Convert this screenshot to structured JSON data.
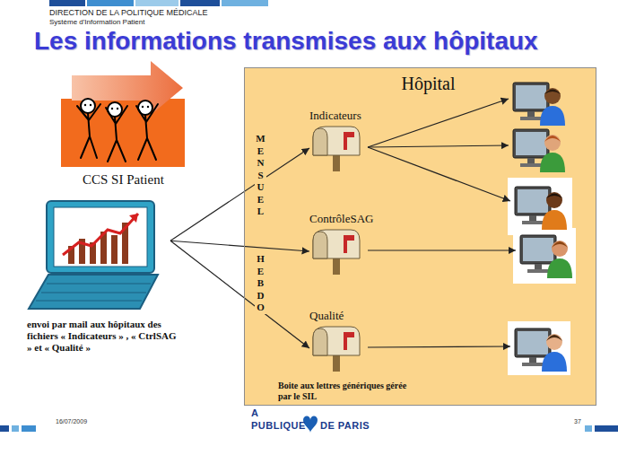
{
  "diagram": {
    "title": "Les informations transmises aux hôpitaux",
    "nodes": [
      {
        "text": [
          "envoi par mail aux hôpitaux des fichiers « Indicateurs » , « CtrlSAG » et « Qualité »"
        ]
      },
      {
        "text": [
          "Hôpital"
        ]
      },
      {
        "text": [
          "Indicateurs"
        ],
        "in": 1
      },
      {
        "text": [
          "ContrôleSAG"
        ],
        "in": 1
      },
      {
        "text": [
          "Qualité"
        ],
        "in": 1
      }
    ],
    "edges": [
      {
        "from": 0,
        "to": 2,
        "arrow": "to"
      },
      {
        "from": 0,
        "to": 3,
        "arrow": "to"
      },
      {
        "from": 0,
        "to": 4,
        "arrow": "to"
      }
    ],
    "labels": [
      "DIRECTION DE LA POLITIQUE MÉDICALE",
      "Système d'Information Patient",
      "CCS SI Patient",
      "MENSUEL",
      "HEBDO",
      "Boite aux lettres génériques gérée par le SIL",
      "16/07/2009",
      "A",
      "PUBLIQUE",
      "DE PARIS",
      "37"
    ]
  }
}
